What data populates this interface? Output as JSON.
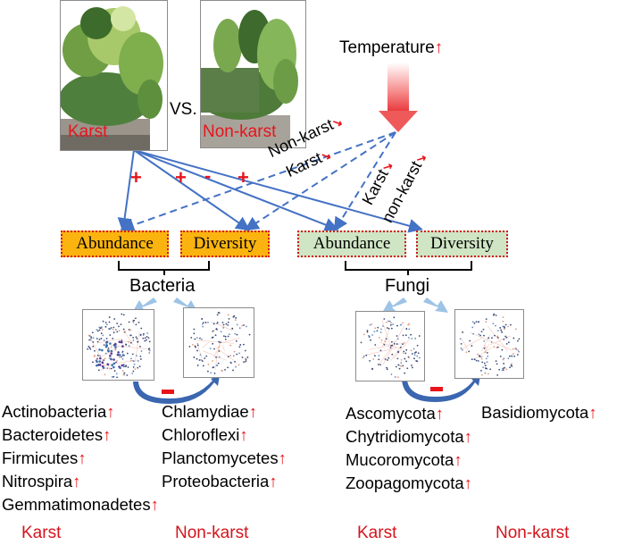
{
  "photos": {
    "karst_label": "Karst",
    "nonkarst_label": "Non-karst",
    "vs_label": "VS."
  },
  "temperature": {
    "label": "Temperature",
    "trend": "up"
  },
  "effect_signs": [
    "+",
    "+",
    "-",
    "+"
  ],
  "temp_effects": [
    {
      "label": "Non-karst",
      "trend": "down"
    },
    {
      "label": "Karst",
      "trend": "down"
    },
    {
      "label": "Karst",
      "trend": "down"
    },
    {
      "label": "non-karst",
      "trend": "down"
    }
  ],
  "groups": [
    {
      "name": "Bacteria",
      "boxes": [
        "Abundance",
        "Diversity"
      ],
      "color": "#fbb40f"
    },
    {
      "name": "Fungi",
      "boxes": [
        "Abundance",
        "Diversity"
      ],
      "color": "#cfe5c4"
    }
  ],
  "network_compare_sign": "-",
  "taxa": {
    "bacteria_karst": [
      "Actinobacteria",
      "Bacteroidetes",
      "Firmicutes",
      "Nitrospira",
      "Gemmatimonadetes"
    ],
    "bacteria_nonkarst": [
      "Chlamydiae",
      "Chloroflexi",
      "Planctomycetes",
      "Proteobacteria"
    ],
    "fungi_karst": [
      "Ascomycota",
      "Chytridiomycota",
      "Mucoromycota",
      "Zoopagomycota"
    ],
    "fungi_nonkarst": [
      "Basidiomycota"
    ]
  },
  "site_labels": [
    "Karst",
    "Non-karst",
    "Karst",
    "Non-karst"
  ],
  "colors": {
    "accent_red": "#e8141c",
    "line_blue": "#4472c4",
    "light_blue": "#9dc3e6"
  }
}
